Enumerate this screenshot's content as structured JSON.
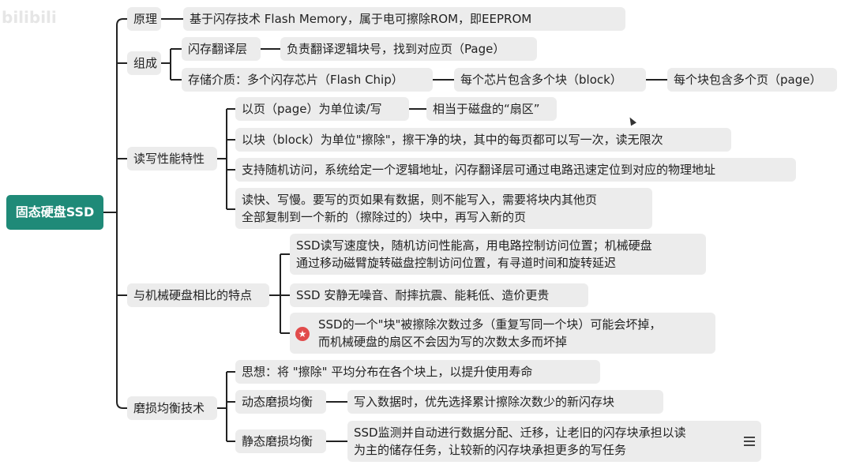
{
  "watermark": "bilibili",
  "accent_color": "#1f8a78",
  "line_color": "#222222",
  "root": {
    "label": "固态硬盘SSD"
  },
  "branches": {
    "principle": {
      "label": "原理",
      "detail": "基于闪存技术 Flash Memory，属于电可擦除ROM，即EEPROM"
    },
    "composition": {
      "label": "组成",
      "ftl": {
        "label": "闪存翻译层",
        "detail": "负责翻译逻辑块号，找到对应页（Page）"
      },
      "medium": {
        "label": "存储介质：多个闪存芯片（Flash Chip）",
        "chip": "每个芯片包含多个块（block）",
        "block": "每个块包含多个页（page）"
      }
    },
    "rw": {
      "label": "读写性能特性",
      "page_rw": {
        "label": "以页（page）为单位读/写",
        "detail": "相当于磁盘的“扇区”"
      },
      "block_erase": "以块（block）为单位\"擦除\"，擦干净的块，其中的每页都可以写一次，读无限次",
      "random_access": "支持随机访问，系统给定一个逻辑地址，闪存翻译层可通过电路迅速定位到对应的物理地址",
      "read_fast": [
        "读快、写慢。要写的页如果有数据，则不能写入，需要将块内其他页",
        "全部复制到一个新的（擦除过的）块中，再写入新的页"
      ]
    },
    "compare": {
      "label": "与机械硬盘相比的特点",
      "speed": [
        "SSD读写速度快，随机访问性能高，用电路控制访问位置；机械硬盘",
        "通过移动磁臂旋转磁盘控制访问位置，有寻道时间和旋转延迟"
      ],
      "quiet": "SSD 安静无噪音、耐摔抗震、能耗低、造价更贵",
      "wear": [
        "SSD的一个\"块\"被擦除次数过多（重复写同一个块）可能会坏掉，",
        "而机械硬盘的扇区不会因为写的次数太多而坏掉"
      ]
    },
    "wearlevel": {
      "label": "磨损均衡技术",
      "idea": "思想：将 \"擦除\" 平均分布在各个块上，以提升使用寿命",
      "dynamic": {
        "label": "动态磨损均衡",
        "detail": "写入数据时，优先选择累计擦除次数少的新闪存块"
      },
      "static": {
        "label": "静态磨损均衡",
        "detail": [
          "SSD监测并自动进行数据分配、迁移，让老旧的闪存块承担以读",
          "为主的储存任务，让较新的闪存块承担更多的写任务"
        ]
      }
    }
  },
  "icons": {
    "star": "star-icon",
    "menu": "menu-icon",
    "cursor": "cursor-icon"
  }
}
